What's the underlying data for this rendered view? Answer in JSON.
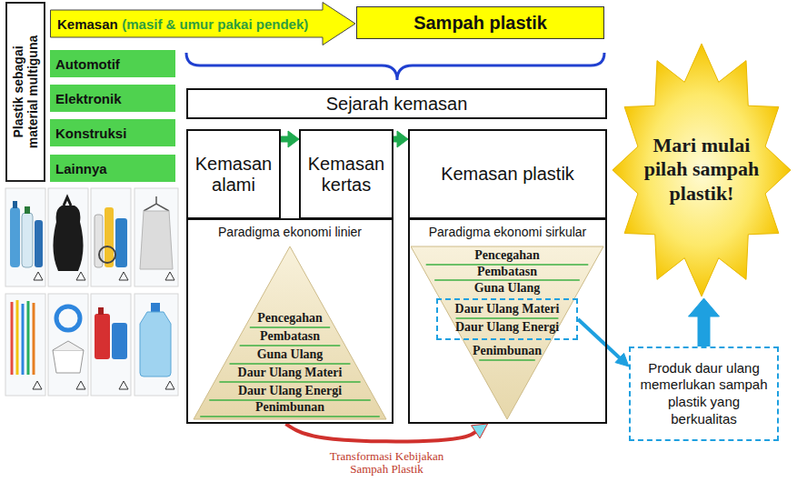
{
  "diagram": {
    "nodes": [
      {
        "text": [
          "Plastik sebagai material multiguna"
        ]
      },
      {
        "text": [
          "Kemasan",
          "(masif & umur pakai pendek)"
        ]
      },
      {
        "text": [
          "Sampah plastik"
        ]
      },
      {
        "text": [
          "Automotif"
        ]
      },
      {
        "text": [
          "Elektronik"
        ]
      },
      {
        "text": [
          "Konstruksi"
        ]
      },
      {
        "text": [
          "Lainnya"
        ]
      },
      {
        "text": [
          "Sejarah kemasan"
        ]
      },
      {
        "text": [
          "Kemasan alami"
        ]
      },
      {
        "text": [
          "Kemasan kertas"
        ]
      },
      {
        "text": [
          "Kemasan plastik"
        ]
      },
      {
        "text": [
          "Paradigma ekonomi linier"
        ]
      },
      {
        "text": [
          "Pencegahan",
          "Pembatasn",
          "Guna Ulang",
          "Daur Ulang Materi",
          "Daur Ulang Energi",
          "Penimbunan"
        ],
        "in": 11
      },
      {
        "text": [
          "Paradigma ekonomi sirkular"
        ]
      },
      {
        "text": [
          "Pencegahan",
          "Pembatasn",
          "Guna Ulang",
          "Penimbunan"
        ],
        "in": 13
      },
      {
        "text": [
          "Daur Ulang Materi",
          "Daur Ulang Energi"
        ],
        "in": 14
      },
      {
        "text": [
          "Mari mulai pilah sampah plastik!"
        ]
      },
      {
        "text": [
          "Produk daur ulang memerlukan sampah plastik yang berkualitas"
        ]
      }
    ],
    "edges": [
      {
        "from": 8,
        "to": 9,
        "arrow": "to"
      },
      {
        "from": 9,
        "to": 10,
        "arrow": "to"
      },
      {
        "from": 11,
        "to": 13,
        "label": "Transformasi Kebijakan Sampah Plastik",
        "arrow": "to"
      },
      {
        "from": 15,
        "to": 17,
        "arrow": "to"
      },
      {
        "from": 17,
        "to": 16,
        "arrow": "to"
      }
    ]
  }
}
